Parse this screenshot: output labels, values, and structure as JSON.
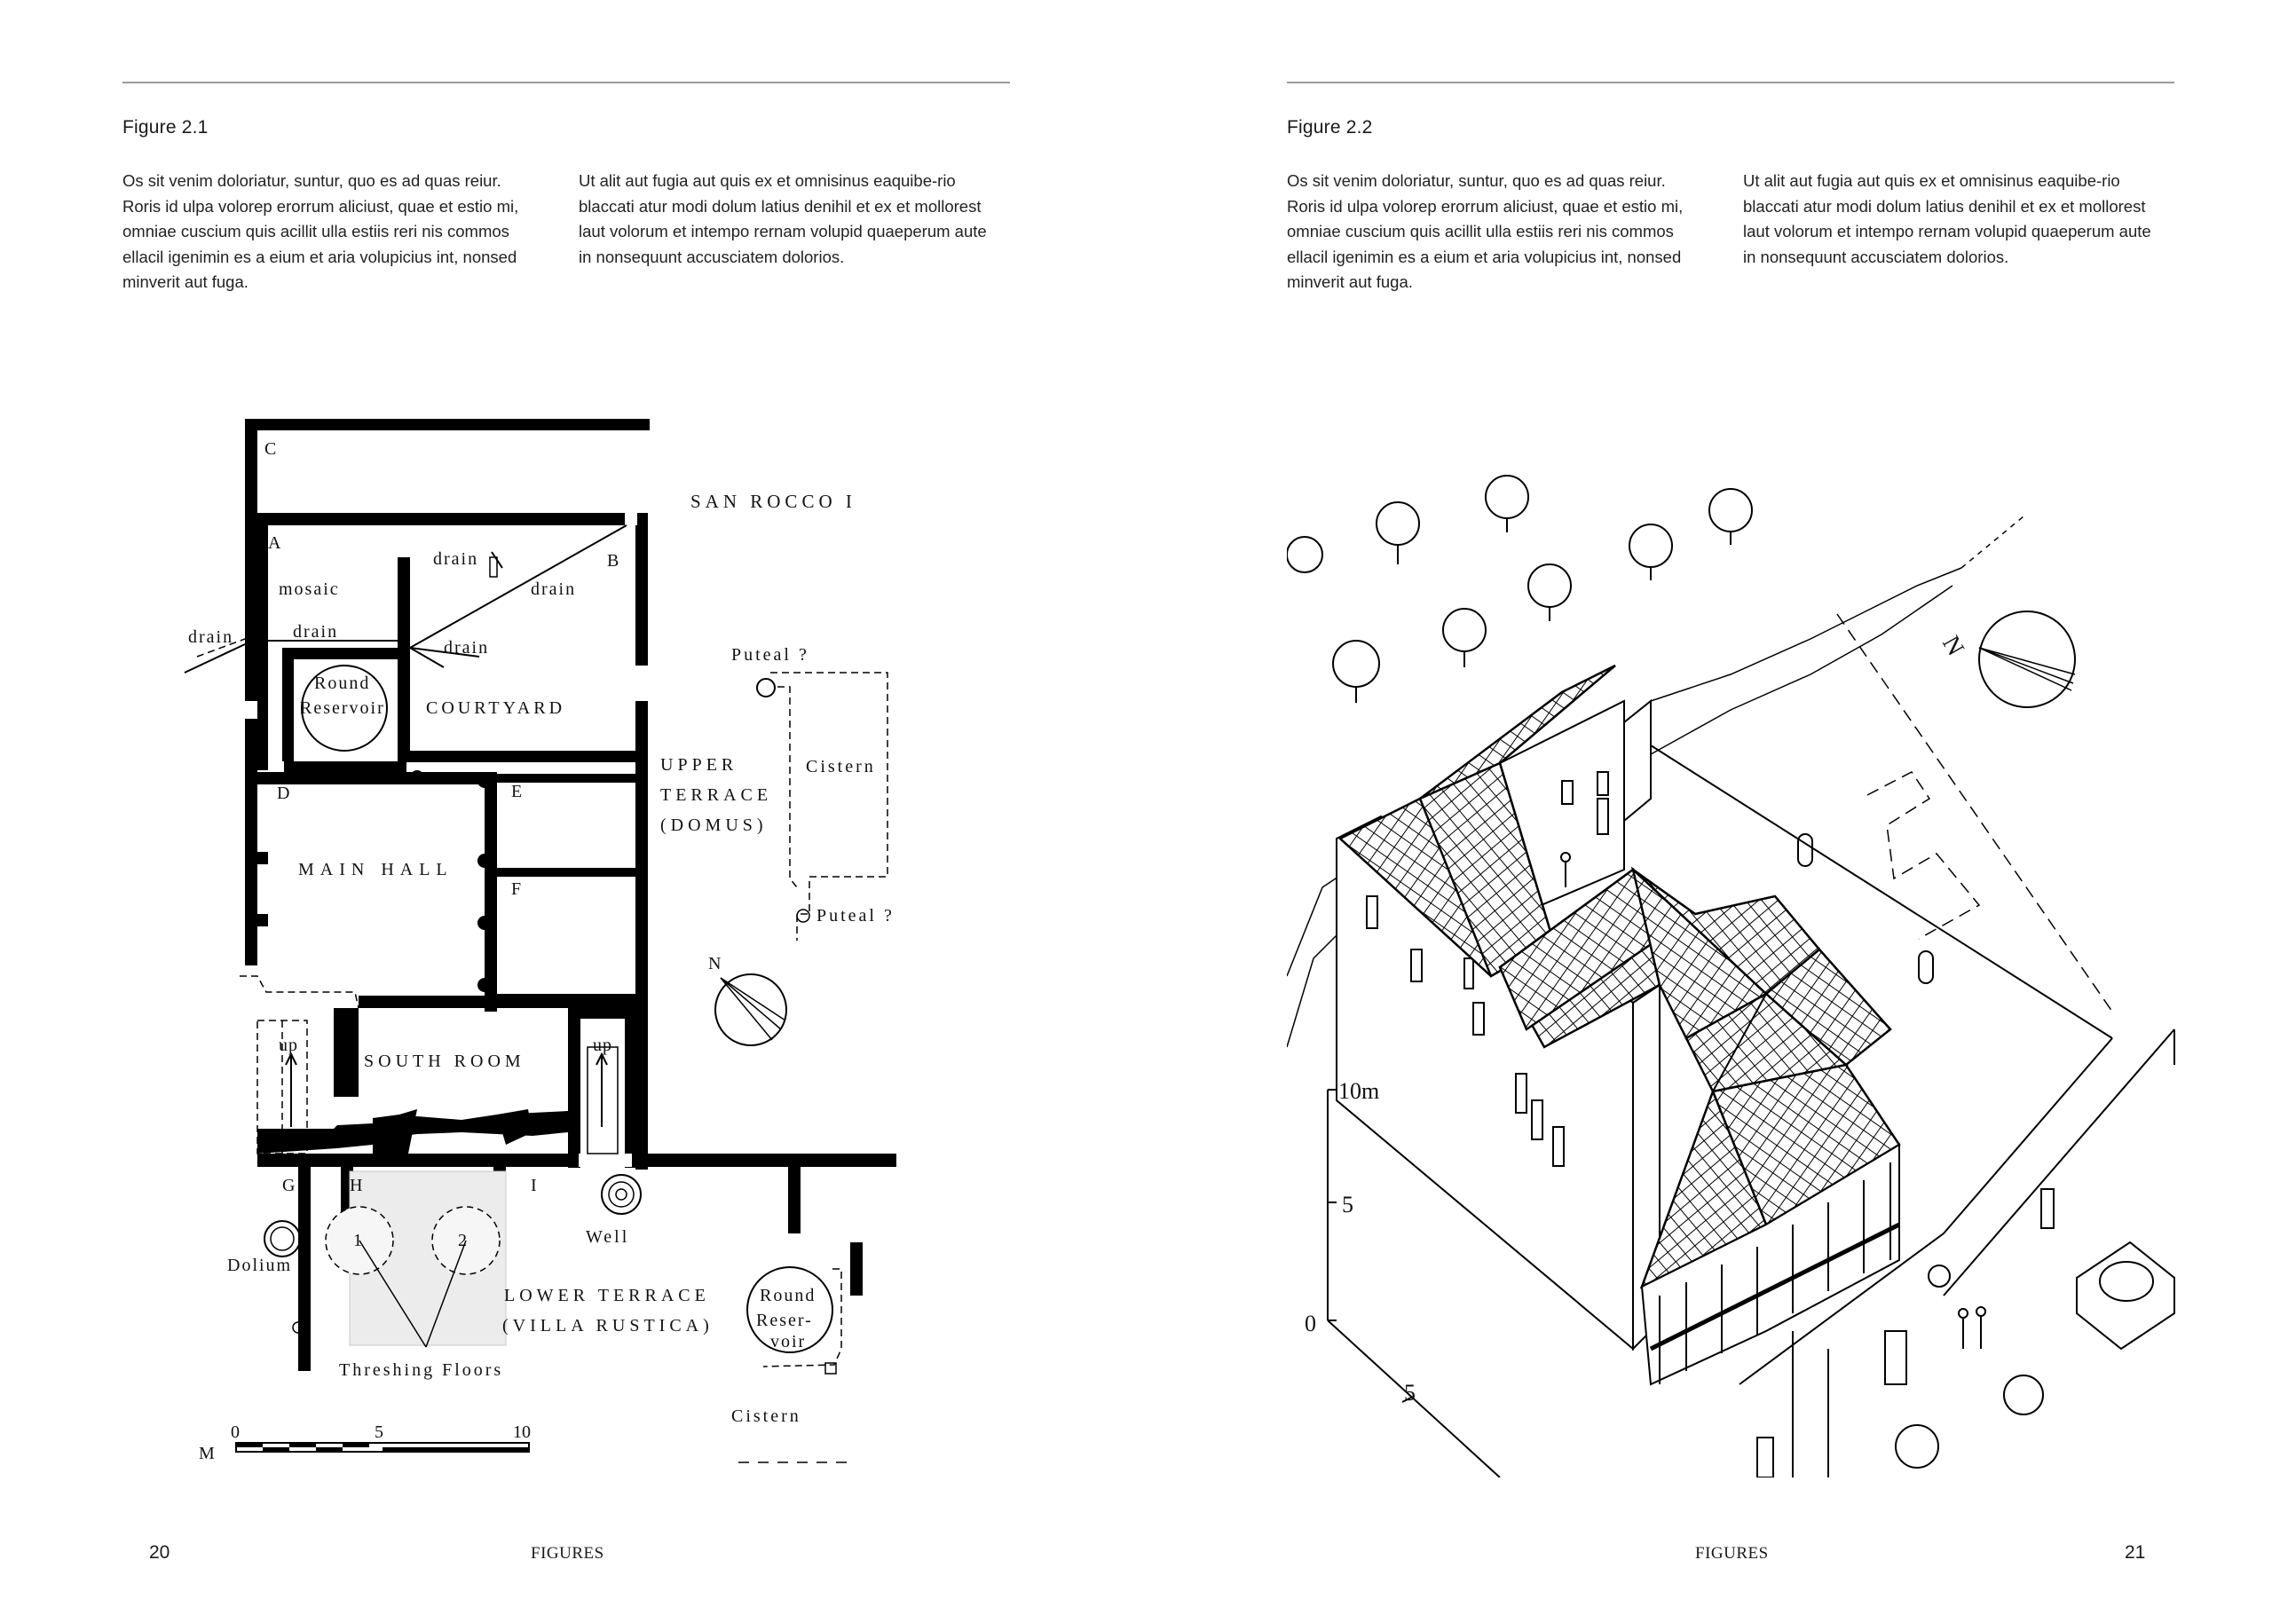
{
  "left_page": {
    "figure_title": "Figure 2.1",
    "col1": "Os sit venim doloriatur, suntur, quo es ad quas reiur. Roris id ulpa volorep erorrum aliciust, quae et estio mi, omniae cuscium quis acillit ulla estiis reri nis commos ellacil igenimin es a eium et aria volupicius int, nonsed minverit aut fuga.",
    "col2": "Ut alit aut fugia aut quis ex et omnisinus eaquibe-rio blaccati atur modi dolum latius denihil et ex et mollorest laut volorum et intempo rernam volupid quaeperum aute in nonsequunt accusciatem dolorios.",
    "folio": "20",
    "running_head": "FIGURES"
  },
  "right_page": {
    "figure_title": "Figure 2.2",
    "col1": "Os sit venim doloriatur, suntur, quo es ad quas reiur. Roris id ulpa volorep erorrum aliciust, quae et estio mi, omniae cuscium quis acillit ulla estiis reri nis commos ellacil igenimin es a eium et aria volupicius int, nonsed minverit aut fuga.",
    "col2": "Ut alit aut fugia aut quis ex et omnisinus eaquibe-rio blaccati atur modi dolum latius denihil et ex et mollorest laut volorum et intempo rernam volupid quaeperum aute in nonsequunt accusciatem dolorios.",
    "folio": "21",
    "running_head": "FIGURES"
  },
  "plan_labels": {
    "san_rocco": "SAN ROCCO I",
    "c": "C",
    "a": "A",
    "b": "B",
    "d": "D",
    "e": "E",
    "f": "F",
    "g": "G",
    "h": "H",
    "i": "I",
    "mosaic": "mosaic",
    "drain1": "drain",
    "drain2": "drain",
    "drain3": "drain",
    "drain4": "drain",
    "drain5": "drain",
    "round_reservoir_1": "Round",
    "round_reservoir_2": "Reservoir",
    "courtyard": "COURTYARD",
    "puteal_top": "Puteal ?",
    "upper_1": "UPPER",
    "upper_2": "TERRACE",
    "upper_3": "(DOMUS)",
    "cistern_top": "Cistern",
    "main_hall": "MAIN HALL",
    "puteal_bottom": "Puteal ?",
    "north": "N",
    "south_room": "SOUTH ROOM",
    "up1": "up",
    "up2": "up",
    "well": "Well",
    "dolium": "Dolium",
    "floor1": "1",
    "floor2": "2",
    "lower_1": "LOWER TERRACE",
    "lower_2": "(VILLA RUSTICA)",
    "res2_1": "Round",
    "res2_2": "Reser-",
    "res2_3": "voir",
    "threshing": "Threshing Floors",
    "cistern_bottom": "Cistern",
    "scale_0": "0",
    "scale_5": "5",
    "scale_10": "10",
    "scale_m": "M"
  },
  "iso_labels": {
    "north": "N",
    "h10": "10m",
    "h5": "5",
    "h0": "0",
    "d5": "5"
  }
}
